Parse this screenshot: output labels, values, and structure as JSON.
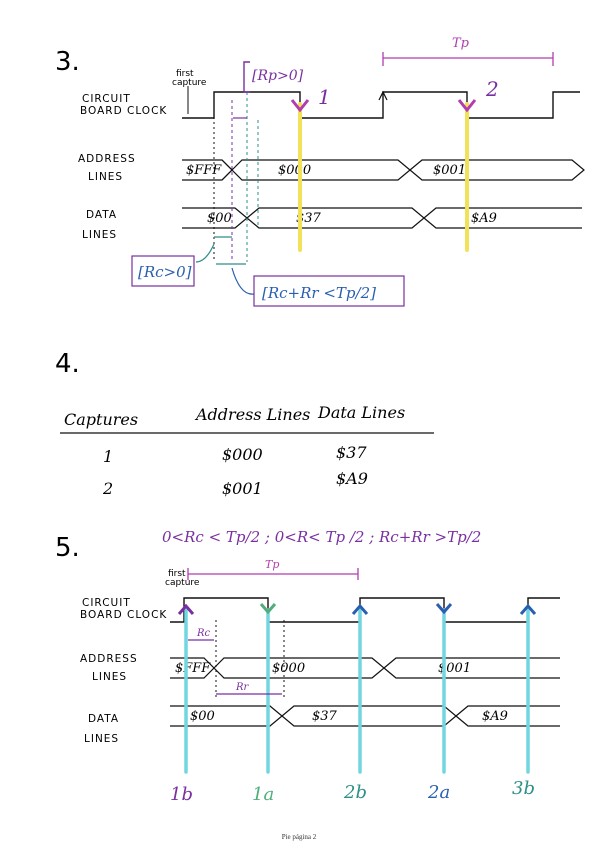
{
  "colors": {
    "ink": "#111111",
    "purple": "#7a2fa0",
    "magenta": "#b23cb0",
    "teal": "#2e8f8a",
    "blue": "#2a5fb0",
    "yellow": "#f2e25a",
    "cyan": "#72d6e0",
    "green": "#4fae7a"
  },
  "section3": {
    "number": "3.",
    "first_capture": "first capture",
    "clock_label": [
      "CIRCUIT",
      "BOARD CLOCK"
    ],
    "address_label": [
      "ADDRESS",
      "LINES"
    ],
    "data_label": [
      "DATA",
      "LINES"
    ],
    "tp_label": "Tp",
    "capture_1": "1",
    "capture_2": "2",
    "rp_note": "[Rp>0]",
    "rc_note": "[Rc>0]",
    "sum_note": "[Rc+Rr <Tp/2]",
    "address_values": [
      "$FFF",
      "$000",
      "$001"
    ],
    "data_values": [
      "$00",
      "$37",
      "$A9"
    ]
  },
  "section4": {
    "number": "4.",
    "headers": [
      "Captures",
      "Address Lines",
      "Data Lines"
    ],
    "rows": [
      [
        "1",
        "$000",
        "$37"
      ],
      [
        "2",
        "$001",
        "$A9"
      ]
    ]
  },
  "section5": {
    "number": "5.",
    "condition": "0<Rc < Tp/2 ; 0<R< Tp /2 ; Rc+Rr >Tp/2",
    "first_capture": "first capture",
    "tp_label": "Tp",
    "clock_label": [
      "CIRCUIT",
      "BOARD CLOCK"
    ],
    "address_label": [
      "ADDRESS",
      "LINES"
    ],
    "data_label": [
      "DATA",
      "LINES"
    ],
    "rc_label": "Rc",
    "rr_label": "Rr",
    "address_values": [
      "$FFF",
      "$000",
      "$001"
    ],
    "data_values": [
      "$00",
      "$37",
      "$A9"
    ],
    "edge_labels": [
      "1b",
      "1a",
      "2b",
      "2a",
      "3b"
    ]
  },
  "footer": "Pie página 2"
}
